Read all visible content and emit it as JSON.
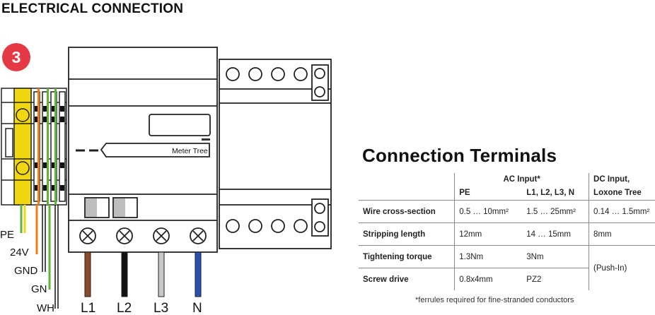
{
  "page_title": "ELECTRICAL CONNECTION",
  "step_number": "3",
  "device": {
    "label": "Meter Tree",
    "phase_labels": [
      "L1",
      "L2",
      "L3",
      "N"
    ],
    "wire_colors": [
      "#8b4a2b",
      "#111111",
      "#c8c8c8",
      "#2a4fb0"
    ]
  },
  "wires": {
    "labels": [
      "PE",
      "24V",
      "GND",
      "GN",
      "WH"
    ],
    "colors": {
      "pe_green": "#5fb43a",
      "pe_yellow": "#f1d70f",
      "orange": "#f07d1a",
      "green": "#5fb43a"
    }
  },
  "terminals": {
    "title": "Connection Terminals",
    "group_headers": {
      "ac": "AC Input*",
      "dc_line1": "DC Input,",
      "dc_line2": "Loxone Tree"
    },
    "sub_headers": {
      "pe": "PE",
      "lines": "L1, L2, L3, N"
    },
    "rows": [
      {
        "label": "Wire cross-section",
        "pe": "0.5 … 10mm²",
        "lines": "1.5 … 25mm²",
        "dc": "0.14 … 1.5mm²"
      },
      {
        "label": "Stripping length",
        "pe": "12mm",
        "lines": "14 … 15mm",
        "dc": "8mm"
      },
      {
        "label": "Tightening torque",
        "pe": "1.3Nm",
        "lines": "3Nm",
        "dc": "(Push-In)"
      },
      {
        "label": "Screw drive",
        "pe": "0.8x4mm",
        "lines": "PZ2",
        "dc": ""
      }
    ],
    "footnote": "*ferrules required for fine-stranded conductors"
  }
}
